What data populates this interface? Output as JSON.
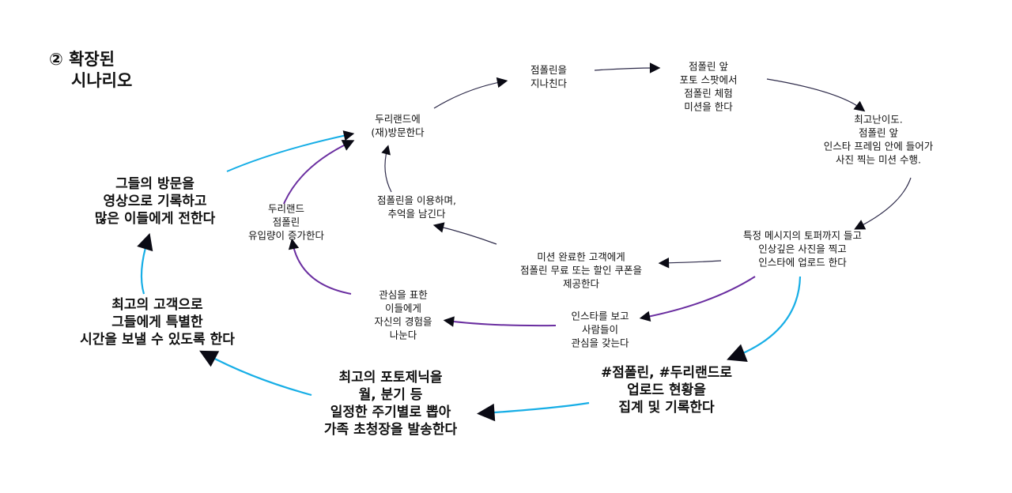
{
  "title": {
    "line1": "② 확장된",
    "line2": "시나리오"
  },
  "colors": {
    "dark": "#2e2b4a",
    "purple": "#6a2ea0",
    "cyan": "#17aee6",
    "arrowhead": "#0a0a14"
  },
  "nodes": {
    "revisit": "두리랜드에\n(재)방문한다",
    "pass_trampoline": "점폴린을\n지나친다",
    "photo_spot": "점폴린 앞\n포토 스팟에서\n점폴린 체험\n미션을 한다",
    "hardest": "최고난이도.\n점폴린 앞\n인스타 프레임 안에 들어가\n사진 찍는 미션 수행.",
    "upload": "특정 메시지의 토퍼까지 들고\n인상깊은 사진을 찍고\n인스타에 업로드 한다",
    "coupon": "미션 완료한 고객에게\n점폴린 무료 또는 할인 쿠폰을\n제공한다",
    "memory": "점폴린을 이용하며,\n추억을 남긴다",
    "inflow": "두리랜드\n점폴린\n유입량이 증가한다",
    "interest": "인스타를 보고\n사람들이\n관심을 갖는다",
    "share": "관심을 표한\n이들에게\n자신의 경험을\n나눈다",
    "hashtag": "#점폴린, #두리랜드로\n업로드 현황을\n집계 및 기록한다",
    "picnic": "최고의 포토제닉을\n월, 분기 등\n일정한 주기별로 뽑아\n가족 초청장을 발송한다",
    "special": "최고의 고객으로\n그들에게 특별한\n시간을 보낼 수 있도록 한다",
    "record": "그들의 방문을\n영상으로 기록하고\n많은 이들에게 전한다"
  },
  "edges": [
    {
      "name": "revisit-to-pass",
      "from": "revisit",
      "to": "pass_trampoline",
      "color": "dark"
    },
    {
      "name": "pass-to-photo-spot",
      "from": "pass_trampoline",
      "to": "photo_spot",
      "color": "dark"
    },
    {
      "name": "photo-spot-to-hardest",
      "from": "photo_spot",
      "to": "hardest",
      "color": "dark"
    },
    {
      "name": "hardest-to-upload",
      "from": "hardest",
      "to": "upload",
      "color": "dark"
    },
    {
      "name": "upload-to-coupon",
      "from": "upload",
      "to": "coupon",
      "color": "dark"
    },
    {
      "name": "coupon-to-memory",
      "from": "coupon",
      "to": "memory",
      "color": "dark"
    },
    {
      "name": "memory-to-revisit",
      "from": "memory",
      "to": "revisit",
      "color": "dark"
    },
    {
      "name": "upload-to-interest",
      "from": "upload",
      "to": "interest",
      "color": "purple"
    },
    {
      "name": "interest-to-share",
      "from": "interest",
      "to": "share",
      "color": "purple"
    },
    {
      "name": "share-to-inflow",
      "from": "share",
      "to": "inflow",
      "color": "purple"
    },
    {
      "name": "inflow-to-revisit",
      "from": "inflow",
      "to": "revisit",
      "color": "purple"
    },
    {
      "name": "upload-to-hashtag",
      "from": "upload",
      "to": "hashtag",
      "color": "cyan"
    },
    {
      "name": "hashtag-to-picnic",
      "from": "hashtag",
      "to": "picnic",
      "color": "cyan"
    },
    {
      "name": "picnic-to-special",
      "from": "picnic",
      "to": "special",
      "color": "cyan"
    },
    {
      "name": "special-to-record",
      "from": "special",
      "to": "record",
      "color": "cyan"
    },
    {
      "name": "record-to-revisit",
      "from": "record",
      "to": "revisit",
      "color": "cyan"
    }
  ]
}
